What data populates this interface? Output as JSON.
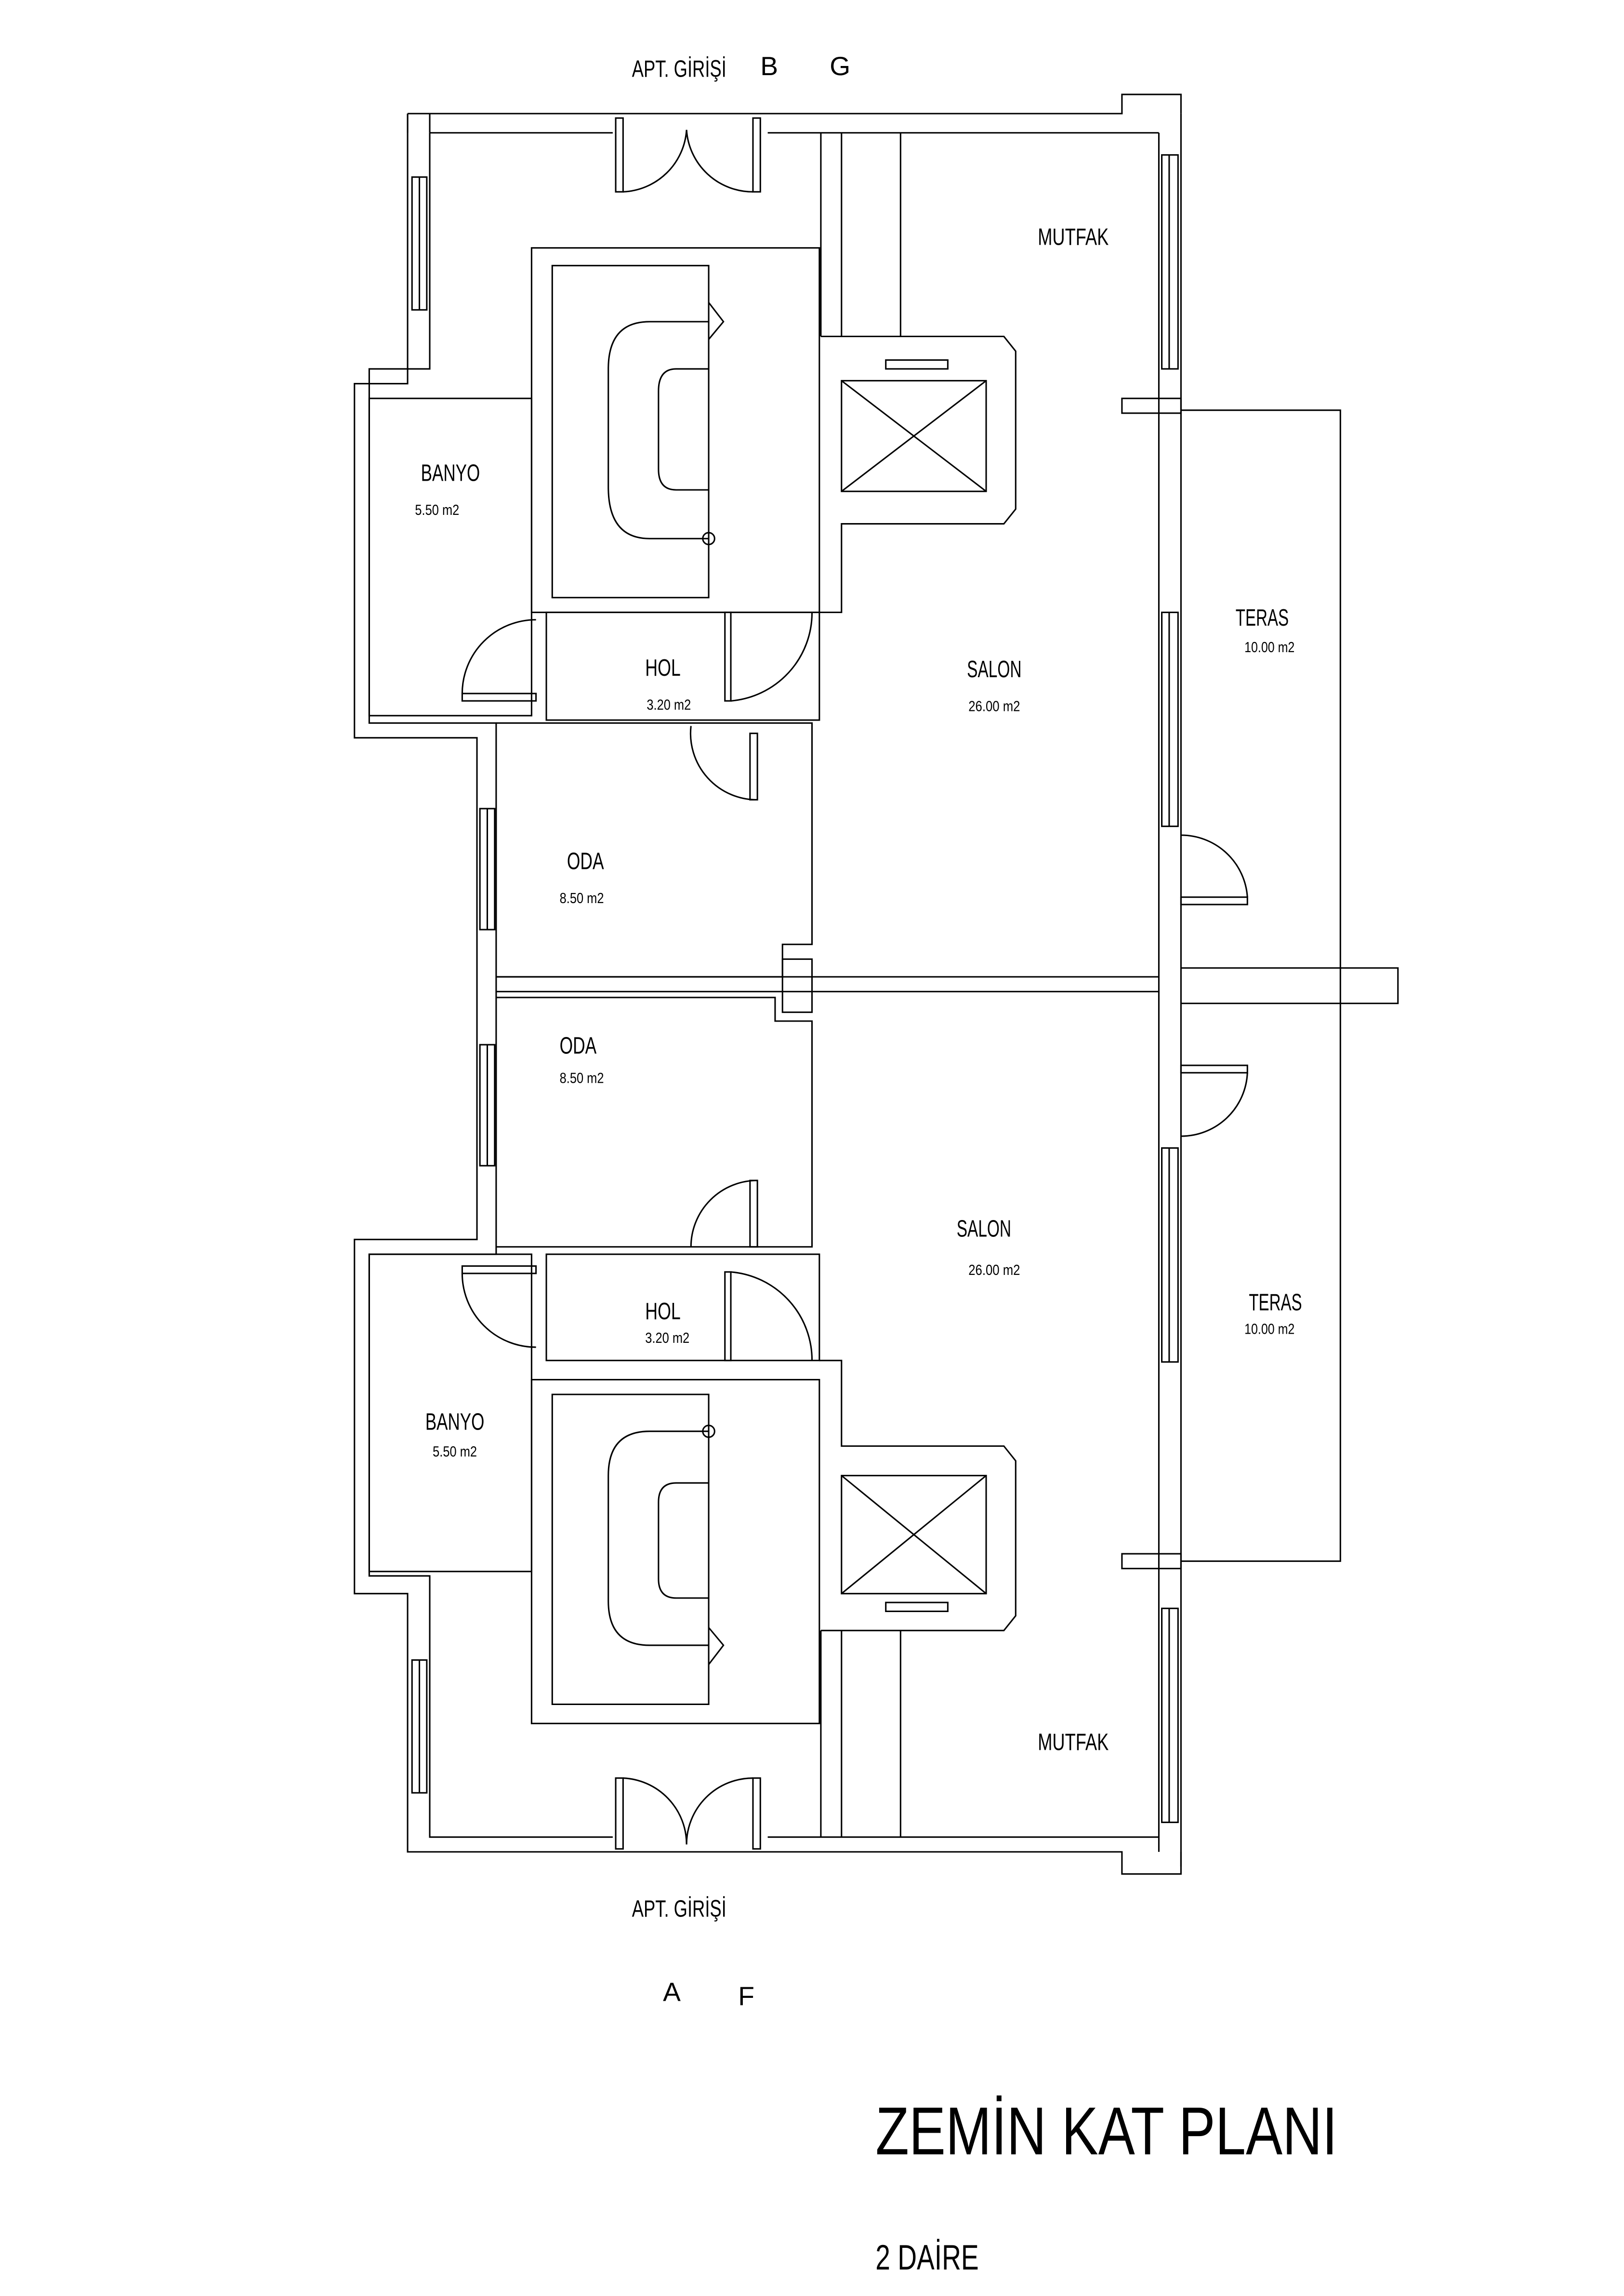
{
  "entrances": {
    "top": "APT. GİRİŞİ",
    "bottom": "APT. GİRİŞİ"
  },
  "axes": {
    "top_left": "B",
    "top_right": "G",
    "bottom_left": "A",
    "bottom_right": "F"
  },
  "unit_top": {
    "kitchen": "MUTFAK",
    "bathroom": {
      "name": "BANYO",
      "area": "5.50 m2"
    },
    "hall": {
      "name": "HOL",
      "area": "3.20 m2"
    },
    "living": {
      "name": "SALON",
      "area": "26.00 m2"
    },
    "terrace": {
      "name": "TERAS",
      "area": "10.00 m2"
    },
    "room": {
      "name": "ODA",
      "area": "8.50 m2"
    }
  },
  "unit_bottom": {
    "kitchen": "MUTFAK",
    "bathroom": {
      "name": "BANYO",
      "area": "5.50 m2"
    },
    "hall": {
      "name": "HOL",
      "area": "3.20 m2"
    },
    "living": {
      "name": "SALON",
      "area": "26.00 m2"
    },
    "terrace": {
      "name": "TERAS",
      "area": "10.00 m2"
    },
    "room": {
      "name": "ODA",
      "area": "8.50 m2"
    }
  },
  "title": "ZEMİN KAT PLANI",
  "subtitle": "2 DAİRE"
}
